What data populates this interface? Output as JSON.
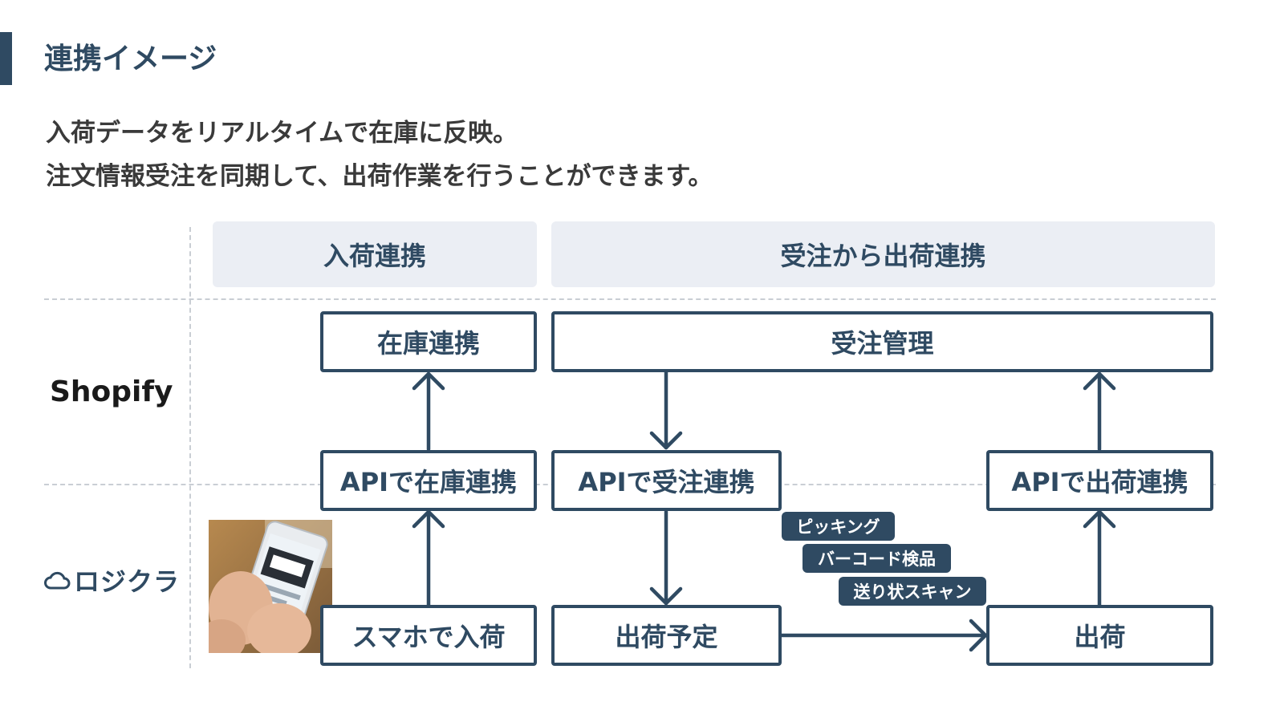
{
  "header": {
    "title": "連携イメージ",
    "description_line1": "入荷データをリアルタイムで在庫に反映。",
    "description_line2": "注文情報受注を同期して、出荷作業を行うことができます。"
  },
  "phases": {
    "inbound": "入荷連携",
    "order_to_ship": "受注から出荷連携"
  },
  "rows": {
    "shopify": "Shopify",
    "logizard_logo_text": "ロジクラ"
  },
  "boxes": {
    "inventory_sync": "在庫連携",
    "order_management": "受注管理",
    "api_inventory": "APIで在庫連携",
    "api_order": "APIで受注連携",
    "api_shipping": "APIで出荷連携",
    "smartphone_inbound": "スマホで入荷",
    "shipping_plan": "出荷予定",
    "shipping": "出荷"
  },
  "tags": {
    "picking": "ピッキング",
    "barcode_inspection": "バーコード検品",
    "label_scan": "送り状スキャン"
  },
  "colors": {
    "primary": "#2f4a62",
    "phase_bg": "#ebeef4",
    "divider": "#c9ced4",
    "text_dark": "#3a3a3a"
  },
  "icons": {
    "cloud": "cloud-icon",
    "photo": "smartphone-scan-photo"
  }
}
